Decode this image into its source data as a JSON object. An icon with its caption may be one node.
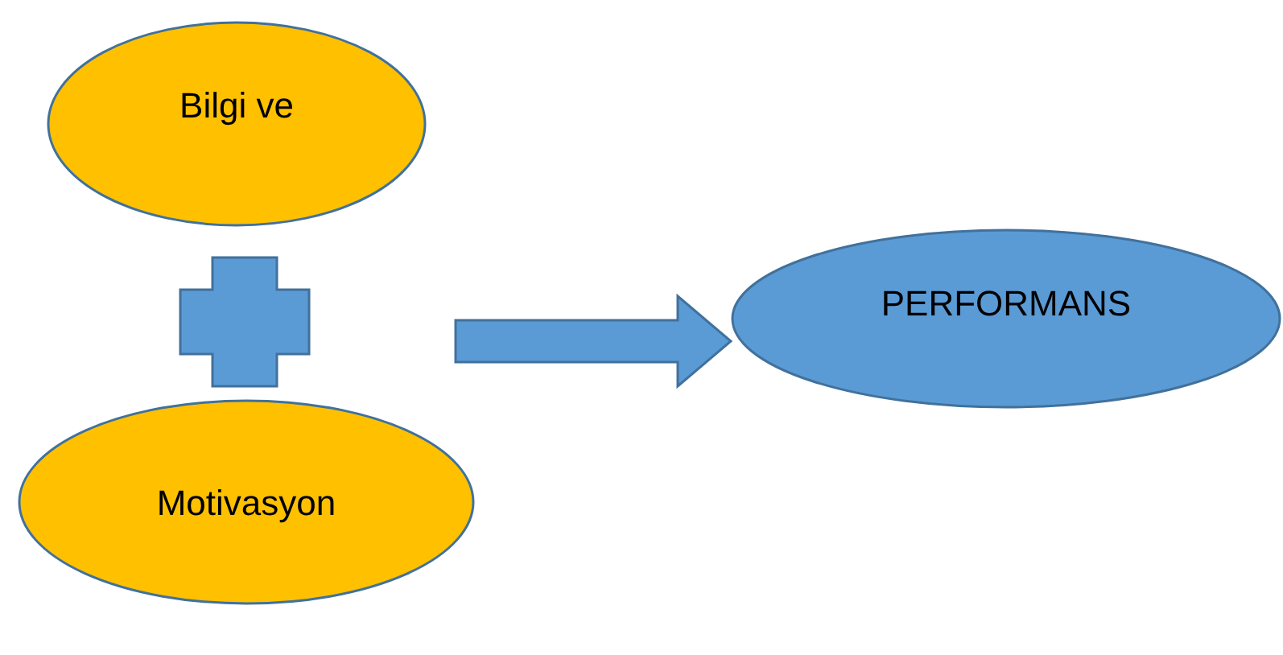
{
  "diagram": {
    "nodes": [
      {
        "text": [
          "Bilgi ve"
        ]
      },
      {
        "text": [
          "Motivasyon"
        ]
      },
      {
        "text": [
          "PERFORMANS"
        ]
      }
    ],
    "edges": [
      {
        "from": null,
        "to": 2,
        "arrow": "to"
      }
    ]
  }
}
